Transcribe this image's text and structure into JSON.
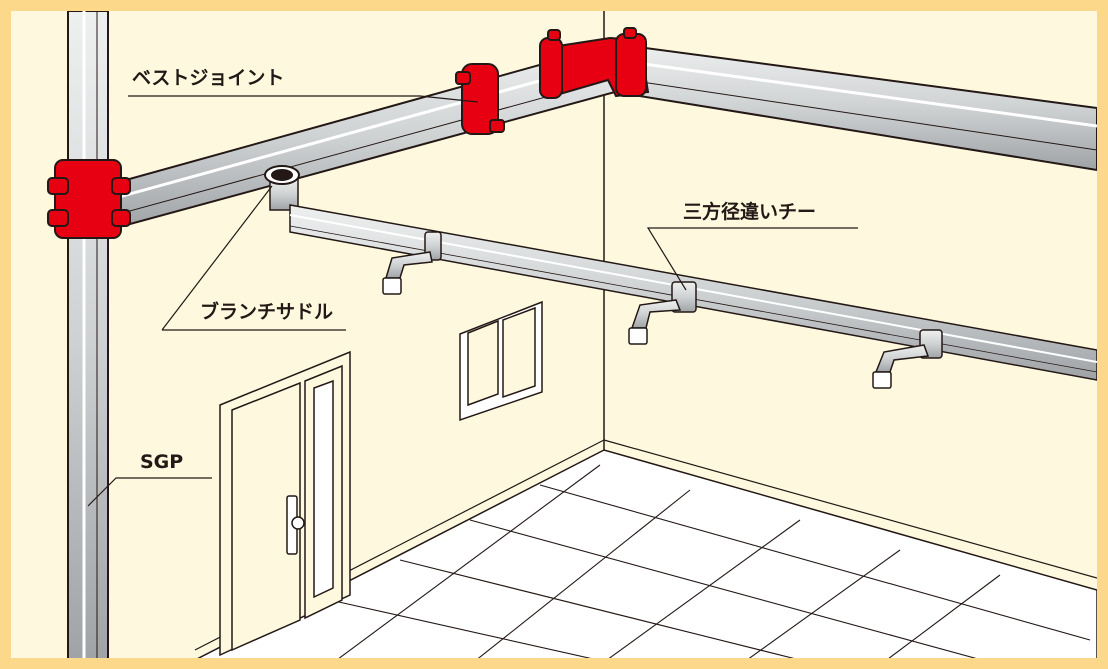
{
  "colors": {
    "frame": "#fbd88a",
    "wall": "#fdf8de",
    "pipe": "#cfd2d3",
    "coupling": "#e60012",
    "outline": "#231815"
  },
  "labels": {
    "best_joint": "ベストジョイント",
    "reducing_tee": "三方径違いチー",
    "branch_saddle": "ブランチサドル",
    "sgp": "SGP"
  }
}
